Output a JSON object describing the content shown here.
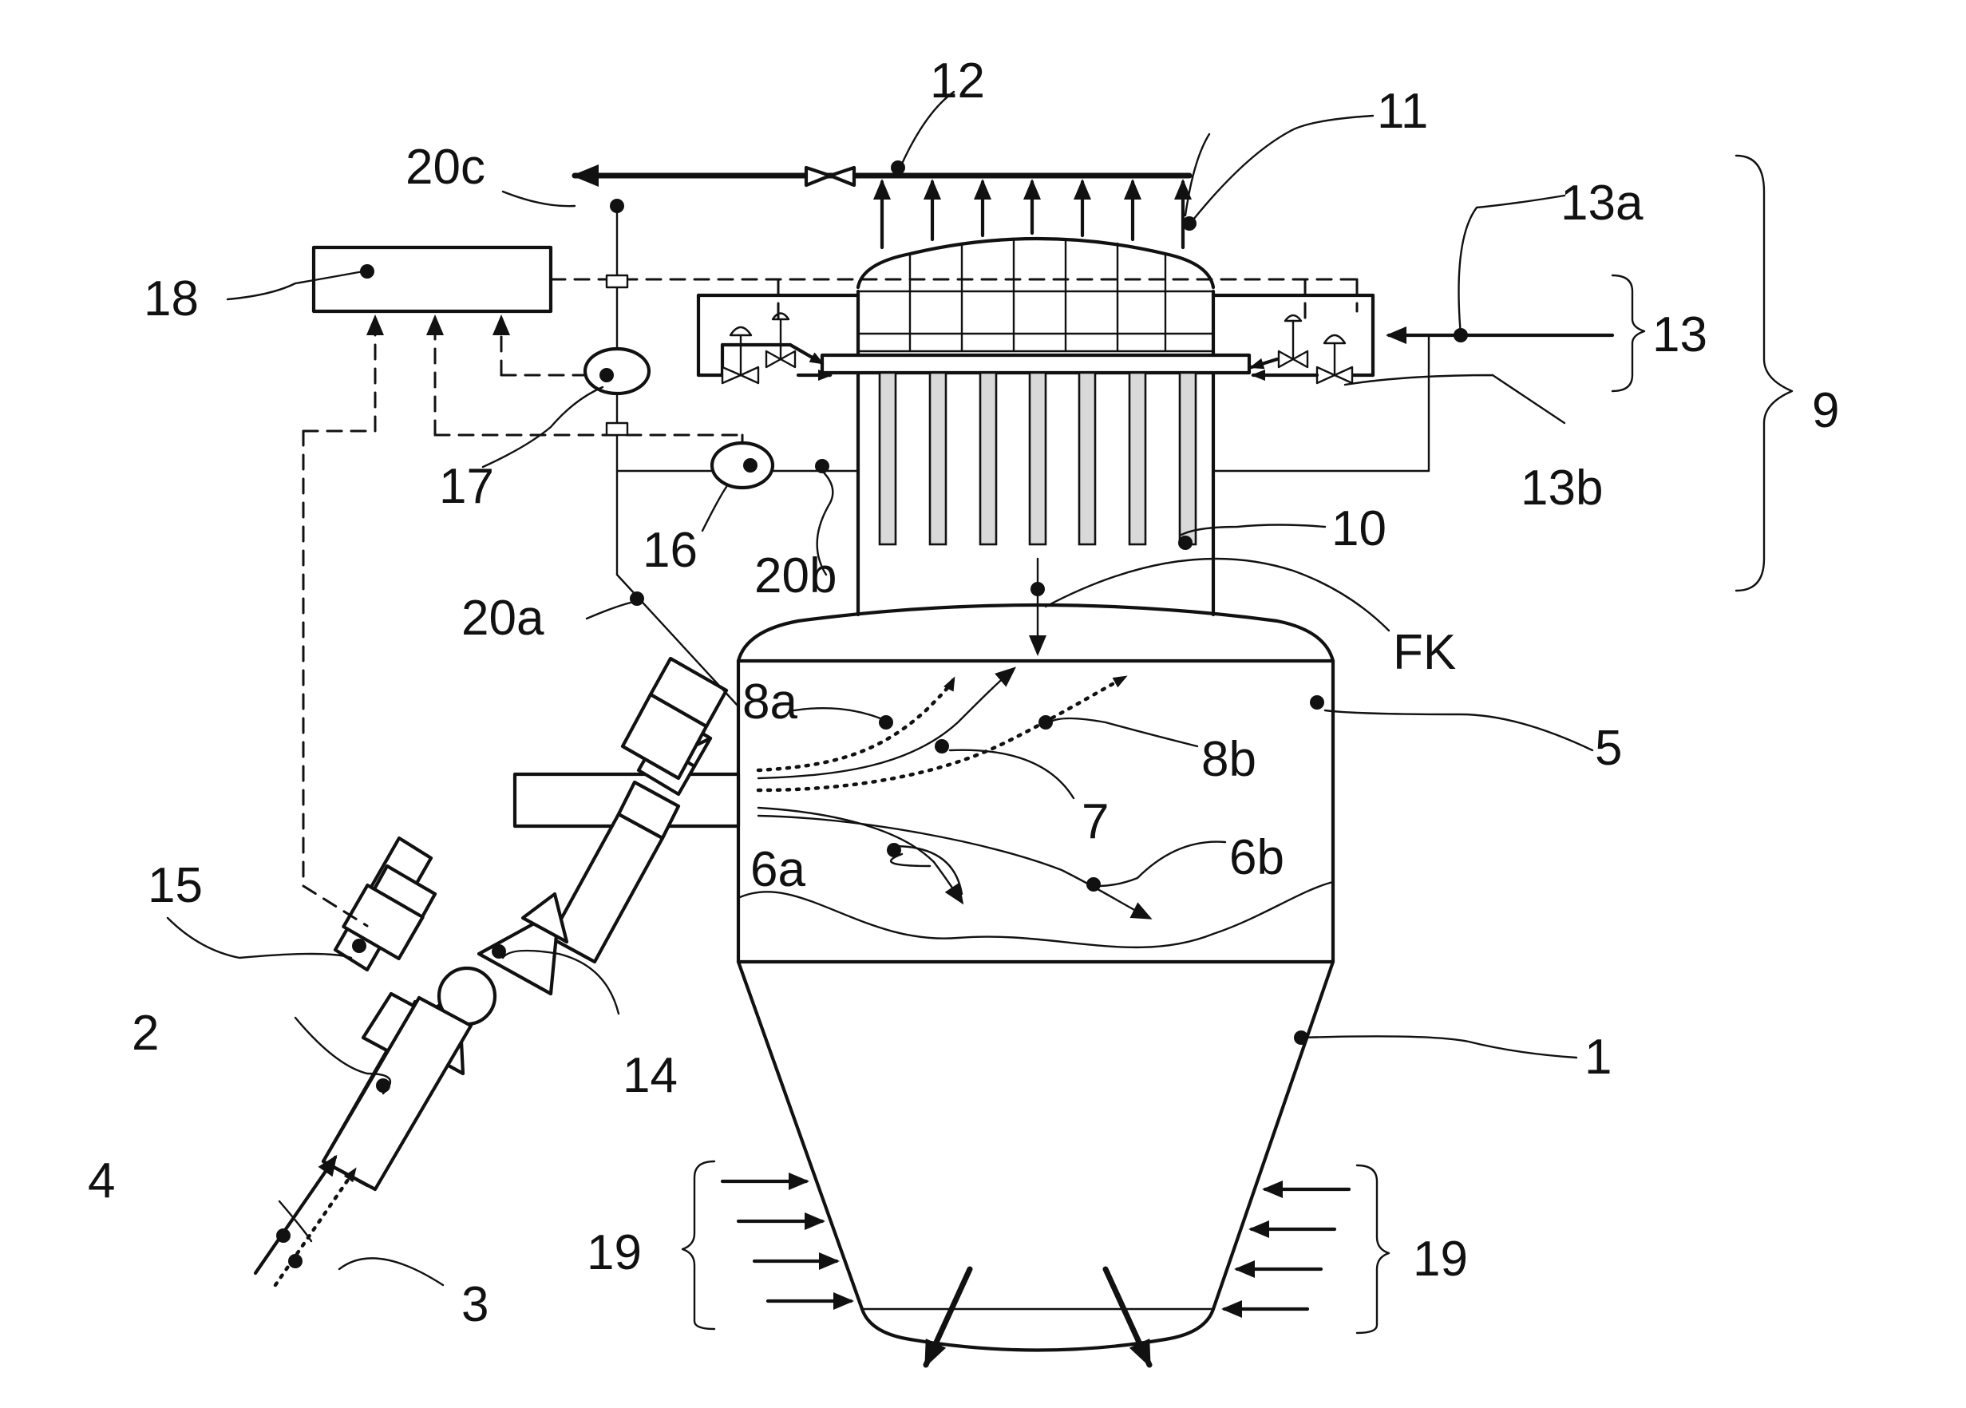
{
  "labels": {
    "l1": "1",
    "l2": "2",
    "l3": "3",
    "l4": "4",
    "l5": "5",
    "l6a": "6a",
    "l6b": "6b",
    "l7": "7",
    "l8a": "8a",
    "l8b": "8b",
    "l9": "9",
    "l10": "10",
    "l11": "11",
    "l12": "12",
    "l13": "13",
    "l13a": "13a",
    "l13b": "13b",
    "l14": "14",
    "l15": "15",
    "l16": "16",
    "l17": "17",
    "l18": "18",
    "l19_left": "19",
    "l19_right": "19",
    "l20a": "20a",
    "l20b": "20b",
    "l20c": "20c",
    "lFK": "FK"
  }
}
